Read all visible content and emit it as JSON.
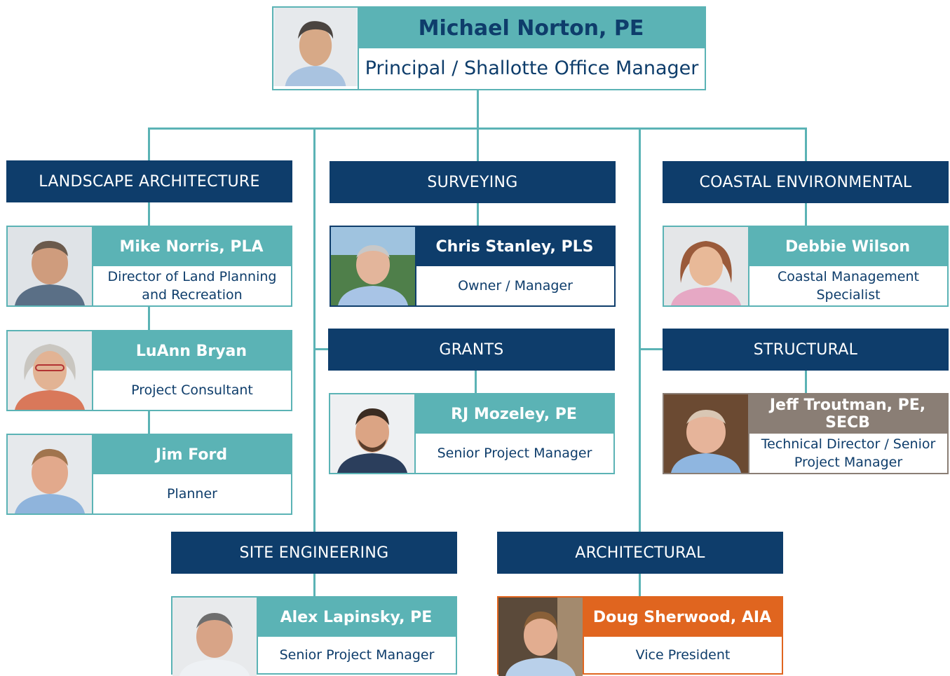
{
  "principal": {
    "name": "Michael Norton, PE",
    "title": "Principal / Shallotte Office Manager"
  },
  "departments": {
    "landscape": "LANDSCAPE ARCHITECTURE",
    "surveying": "SURVEYING",
    "coastal": "COASTAL ENVIRONMENTAL",
    "grants": "GRANTS",
    "structural": "STRUCTURAL",
    "site_engineering": "SITE ENGINEERING",
    "architectural": "ARCHITECTURAL"
  },
  "people": {
    "mike_norris": {
      "name": "Mike Norris, PLA",
      "title": "Director of Land Planning and Recreation"
    },
    "luann_bryan": {
      "name": "LuAnn Bryan",
      "title": "Project Consultant"
    },
    "jim_ford": {
      "name": "Jim Ford",
      "title": "Planner"
    },
    "chris_stanley": {
      "name": "Chris Stanley, PLS",
      "title": "Owner / Manager"
    },
    "rj_mozeley": {
      "name": "RJ Mozeley, PE",
      "title": "Senior Project Manager"
    },
    "debbie_wilson": {
      "name": "Debbie Wilson",
      "title": "Coastal Management Specialist"
    },
    "jeff_troutman": {
      "name": "Jeff Troutman, PE, SECB",
      "title": "Technical Director / Senior Project Manager"
    },
    "alex_lapinsky": {
      "name": "Alex Lapinsky, PE",
      "title": "Senior Project Manager"
    },
    "doug_sherwood": {
      "name": "Doug Sherwood, AIA",
      "title": "Vice President"
    }
  },
  "colors": {
    "teal": "#5bb3b5",
    "navy": "#0e3d6b",
    "taupe": "#8a7e75",
    "orange": "#e0651f"
  }
}
